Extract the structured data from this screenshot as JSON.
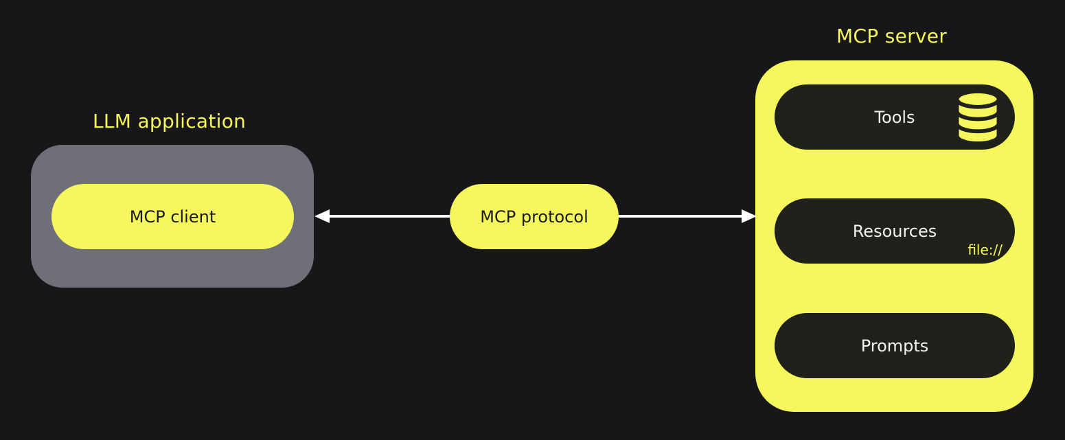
{
  "diagram": {
    "llm_application": {
      "title": "LLM application",
      "client_label": "MCP client"
    },
    "protocol": {
      "label": "MCP protocol"
    },
    "server": {
      "title": "MCP server",
      "items": [
        {
          "label": "Tools",
          "icon": "database-icon"
        },
        {
          "label": "Resources",
          "annotation": "file://"
        },
        {
          "label": "Prompts"
        }
      ]
    }
  },
  "colors": {
    "bg": "#171719",
    "yellow": "#f5f75d",
    "gray": "#6f6f7a",
    "dark_pill": "#20211a",
    "text_dark": "#1a1a1c",
    "text_light": "#f2f2f2",
    "arrow": "#ffffff"
  }
}
